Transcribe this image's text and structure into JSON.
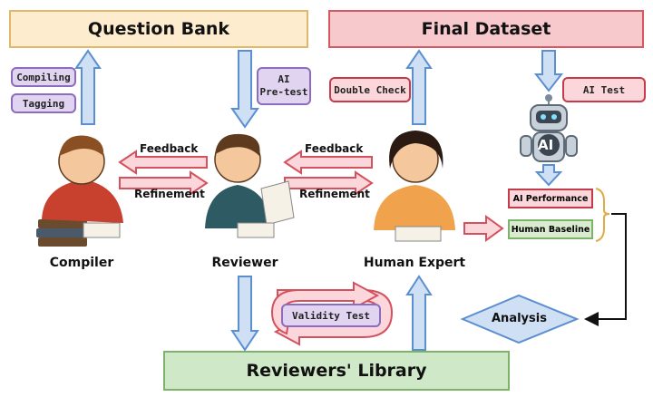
{
  "boxes": {
    "question_bank": "Question Bank",
    "final_dataset": "Final Dataset",
    "reviewers_library": "Reviewers' Library"
  },
  "tags": {
    "compiling": "Compiling",
    "tagging": "Tagging",
    "ai_pretest_line1": "AI",
    "ai_pretest_line2": "Pre-test",
    "double_check": "Double Check",
    "ai_test": "AI Test",
    "validity_test": "Validity Test"
  },
  "flows": {
    "feedback_1": "Feedback",
    "refinement_1": "Refinement",
    "feedback_2": "Feedback",
    "refinement_2": "Refinement"
  },
  "roles": {
    "compiler": "Compiler",
    "reviewer": "Reviewer",
    "human_expert": "Human Expert"
  },
  "robot_label": "AI",
  "results": {
    "ai_performance": "AI Performance",
    "human_baseline": "Human Baseline"
  },
  "analysis": "Analysis",
  "colors": {
    "arrow_blue_fill": "#cfe0f5",
    "arrow_blue_stroke": "#5b8fd0",
    "arrow_red_fill": "#fbd6da",
    "arrow_red_stroke": "#d4525e"
  }
}
